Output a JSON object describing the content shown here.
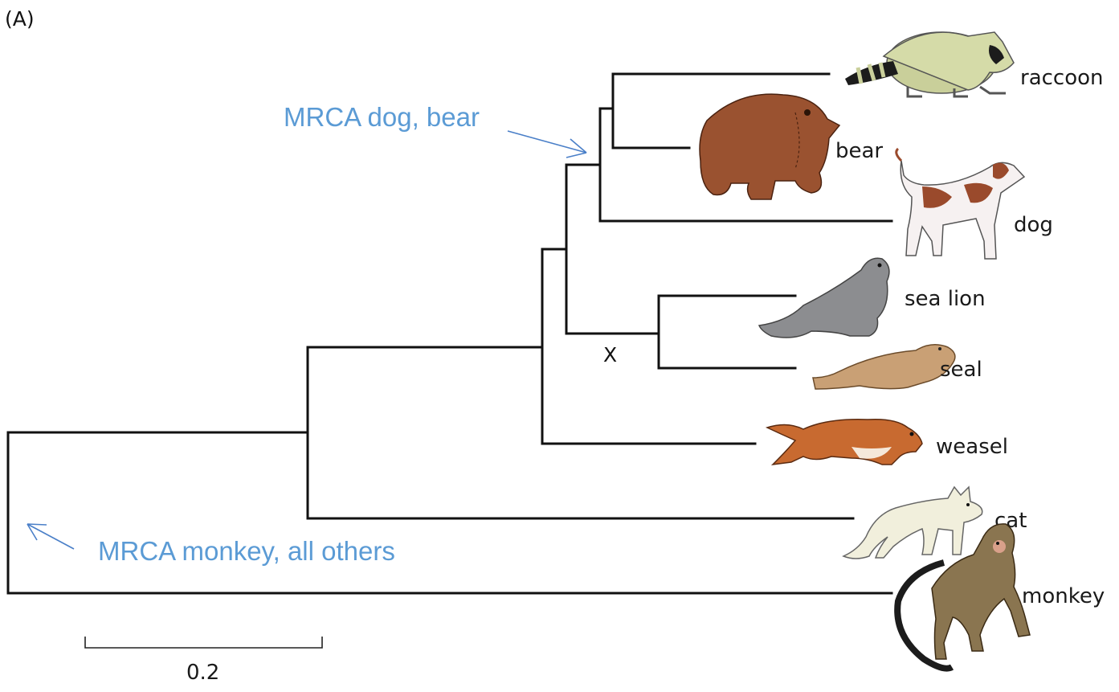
{
  "panel_label": "(A)",
  "taxa": {
    "raccoon": "raccoon",
    "bear": "bear",
    "dog": "dog",
    "sea_lion": "sea lion",
    "seal": "seal",
    "weasel": "weasel",
    "cat": "cat",
    "monkey": "monkey"
  },
  "annotations": {
    "mrca_dog_bear": "MRCA dog, bear",
    "mrca_monkey_all": "MRCA monkey, all others",
    "node_mark": "X"
  },
  "scale_bar": {
    "label": "0.2"
  },
  "colors": {
    "annotation": "#5b9bd5",
    "branches": "#111111",
    "raccoon": "#c9cf9a",
    "bear": "#9a5230",
    "dog_patch": "#9a4a2c",
    "sea_lion": "#8c8d90",
    "seal": "#c9a075",
    "weasel": "#c86a30",
    "cat": "#f1efdc",
    "monkey": "#8a7550"
  },
  "icons": [
    "raccoon-icon",
    "bear-icon",
    "dog-icon",
    "sea-lion-icon",
    "seal-icon",
    "weasel-icon",
    "cat-icon",
    "monkey-icon"
  ]
}
